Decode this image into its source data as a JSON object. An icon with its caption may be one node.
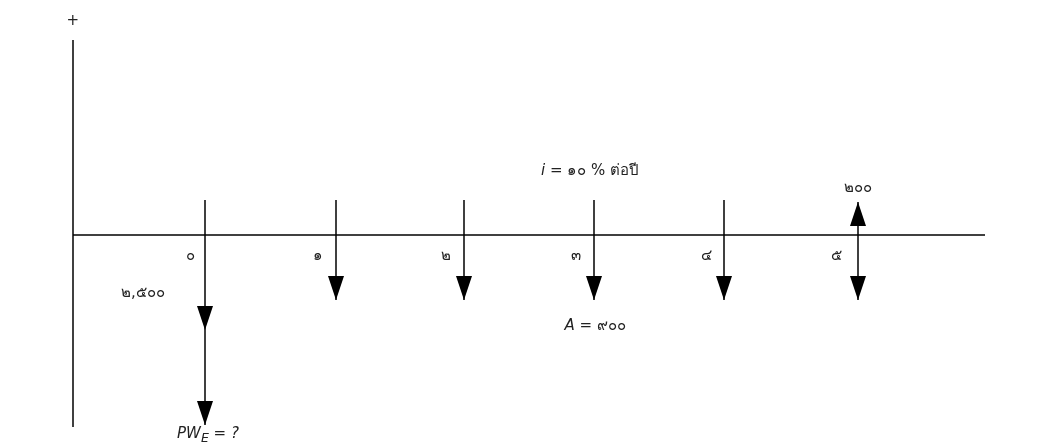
{
  "diagram": {
    "labels": [
      "+",
      "*i* = ๑๐ % ต่อปี",
      "๒๐๐",
      "๐",
      "๑",
      "๒",
      "๓",
      "๔",
      "๕",
      "๒,๕๐๐",
      "*A* = ๙๐๐",
      "PW$_{E}$ = ?"
    ]
  }
}
